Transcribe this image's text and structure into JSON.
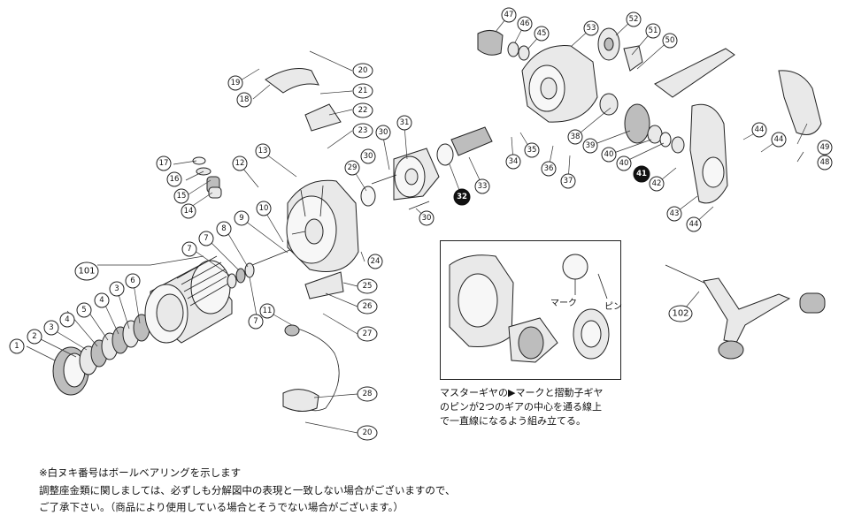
{
  "callouts": {
    "c1": "1",
    "c2": "2",
    "c3": "3",
    "c3b": "3",
    "c4": "4",
    "c4b": "4",
    "c5": "5",
    "c6": "6",
    "c7": "7",
    "c7b": "7",
    "c7c": "7",
    "c8": "8",
    "c9": "9",
    "c10": "10",
    "c11": "11",
    "c12": "12",
    "c13": "13",
    "c14": "14",
    "c15": "15",
    "c16": "16",
    "c17": "17",
    "c18": "18",
    "c19": "19",
    "c20": "20",
    "c20b": "20",
    "c21": "21",
    "c22": "22",
    "c23": "23",
    "c24": "24",
    "c25": "25",
    "c26": "26",
    "c27": "27",
    "c28": "28",
    "c29": "29",
    "c30": "30",
    "c30b": "30",
    "c30c": "30",
    "c31": "31",
    "c32": "32",
    "c33": "33",
    "c34": "34",
    "c35": "35",
    "c36": "36",
    "c37": "37",
    "c38": "38",
    "c39": "39",
    "c40": "40",
    "c40b": "40",
    "c41": "41",
    "c42": "42",
    "c43": "43",
    "c44": "44",
    "c44b": "44",
    "c44c": "44",
    "c45": "45",
    "c46": "46",
    "c47": "47",
    "c48": "48",
    "c49": "49",
    "c50": "50",
    "c51": "51",
    "c52": "52",
    "c53": "53",
    "c101": "101",
    "c102": "102"
  },
  "inset": {
    "label_mark": "マーク",
    "label_pin": "ピン",
    "caption_line1": "マスターギヤの▶マークと摺動子ギヤ",
    "caption_line2": "のピンが2つのギアの中心を通る線上",
    "caption_line3": "で一直線になるよう組み立てる。"
  },
  "notes": {
    "line1": "※白ヌキ番号はボールベアリングを示します",
    "line2": "調整座金類に関しましては、必ずしも分解図中の表現と一致しない場合がございますので、",
    "line3": "ご了承下さい。（商品により使用している場合とそうでない場合がございます。）"
  },
  "colors": {
    "line": "#222222",
    "part_fill": "#e9e9e9",
    "part_dark": "#bdbdbd",
    "bearing_fill": "#111111"
  }
}
